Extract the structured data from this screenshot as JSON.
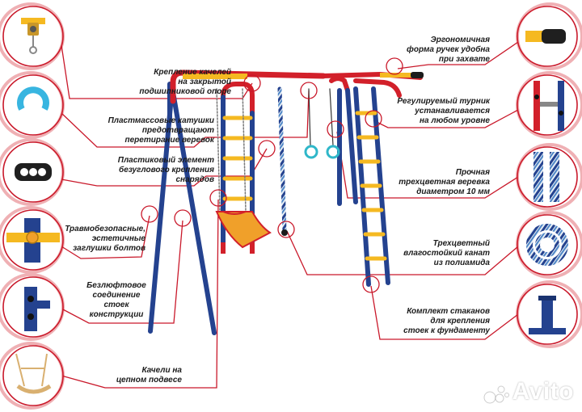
{
  "colors": {
    "red": "#d2202a",
    "blue": "#24428f",
    "yellow": "#f5b921",
    "orange": "#f0a02a",
    "rope_white": "#e6eef5",
    "line": "#c9182a"
  },
  "callouts_left": [
    {
      "id": "bearing",
      "icon": "bearing-mount-icon",
      "lines": [
        "Крепление качелей",
        "на закрытой",
        "подшипниковой опоре"
      ]
    },
    {
      "id": "rollers",
      "icon": "plastic-roller-icon",
      "lines": [
        "Пластмассовые катушки",
        "предотвращают",
        "перетирание веревок"
      ]
    },
    {
      "id": "plastic",
      "icon": "plastic-mount-icon",
      "lines": [
        "Пластиковый элемент",
        "безуглового крепления",
        "снарядов"
      ]
    },
    {
      "id": "caps",
      "icon": "bolt-cap-icon",
      "lines": [
        "Травмобезопасные,",
        "эстетичные",
        "заглушки болтов"
      ]
    },
    {
      "id": "joint",
      "icon": "post-joint-icon",
      "lines": [
        "Безлюфтовое",
        "соединение",
        "стоек",
        "конструкции"
      ]
    },
    {
      "id": "swing",
      "icon": "chain-swing-icon",
      "lines": [
        "Качели на",
        "цепном подвесе"
      ]
    }
  ],
  "callouts_right": [
    {
      "id": "handles",
      "icon": "grip-handle-icon",
      "lines": [
        "Эргономичная",
        "форма ручек удобна",
        "при захвате"
      ]
    },
    {
      "id": "bar",
      "icon": "pull-up-bar-icon",
      "lines": [
        "Регулируемый турник",
        "устанавливается",
        "на любом уровне"
      ]
    },
    {
      "id": "rope",
      "icon": "tricolor-rope-icon",
      "lines": [
        "Прочная",
        "трехцветная веревка",
        "диаметром 10 мм"
      ]
    },
    {
      "id": "canat",
      "icon": "climbing-rope-coil-icon",
      "lines": [
        "Трехцветный",
        "влагостойкий канат",
        "из полиамида"
      ]
    },
    {
      "id": "cups",
      "icon": "ground-anchor-icon",
      "lines": [
        "Комплект стаканов",
        "для крепления",
        "стоек к фундаменту"
      ]
    }
  ],
  "watermark": {
    "text": "Avito"
  }
}
